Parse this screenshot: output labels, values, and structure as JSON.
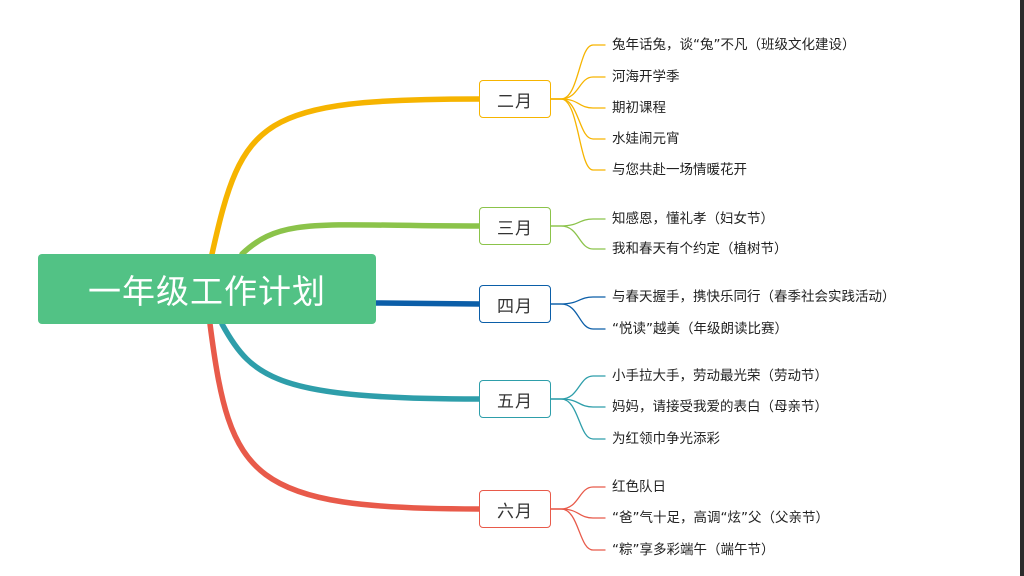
{
  "root": {
    "label": "一年级工作计划",
    "color": "#52c285"
  },
  "branches": [
    {
      "label": "二月",
      "color": "#f6b400",
      "items": [
        "兔年话兔，谈“兔”不凡（班级文化建设）",
        "河海开学季",
        "期初课程",
        "水娃闹元宵",
        "与您共赴一场情暖花开"
      ]
    },
    {
      "label": "三月",
      "color": "#8bc34a",
      "items": [
        "知感恩，懂礼孝（妇女节）",
        "我和春天有个约定（植树节）"
      ]
    },
    {
      "label": "四月",
      "color": "#0b5ea8",
      "items": [
        "与春天握手，携快乐同行（春季社会实践活动）",
        "“悦读”越美（年级朗读比赛）"
      ]
    },
    {
      "label": "五月",
      "color": "#2e9eaa",
      "items": [
        "小手拉大手，劳动最光荣（劳动节）",
        "妈妈，请接受我爱的表白（母亲节）",
        "为红领巾争光添彩"
      ]
    },
    {
      "label": "六月",
      "color": "#e85a4a",
      "items": [
        "红色队日",
        "“爸”气十足，高调“炫”父（父亲节）",
        "“粽”享多彩端午（端午节）"
      ]
    }
  ]
}
